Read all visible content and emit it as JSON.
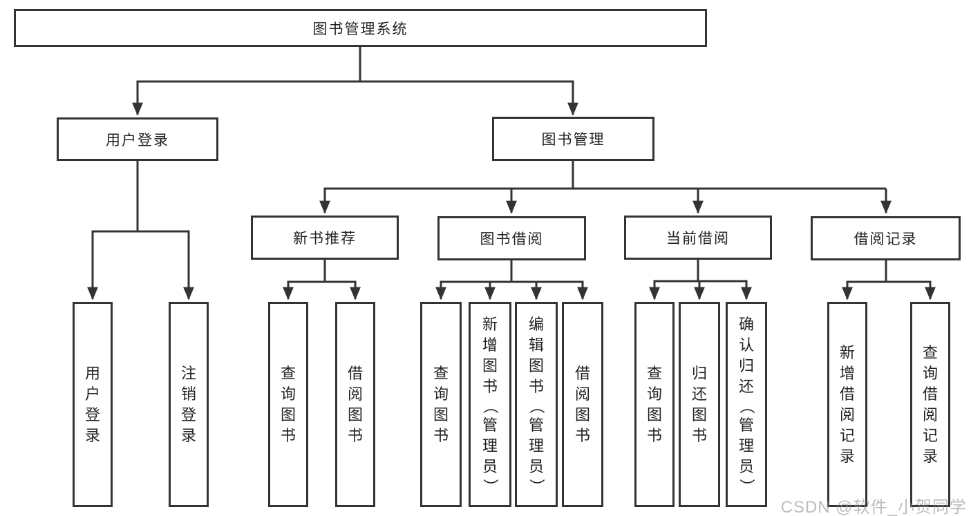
{
  "tree": {
    "label": "图书管理系统",
    "children": [
      {
        "label": "用户登录",
        "children": [
          {
            "label": "用户登录"
          },
          {
            "label": "注销登录"
          }
        ]
      },
      {
        "label": "图书管理",
        "children": [
          {
            "label": "新书推荐",
            "children": [
              {
                "label": "查询图书"
              },
              {
                "label": "借阅图书"
              }
            ]
          },
          {
            "label": "图书借阅",
            "children": [
              {
                "label": "查询图书"
              },
              {
                "label": "新增图书（管理员）"
              },
              {
                "label": "编辑图书（管理员）"
              },
              {
                "label": "借阅图书"
              }
            ]
          },
          {
            "label": "当前借阅",
            "children": [
              {
                "label": "查询图书"
              },
              {
                "label": "归还图书"
              },
              {
                "label": "确认归还（管理员）"
              }
            ]
          },
          {
            "label": "借阅记录",
            "children": [
              {
                "label": "新增借阅记录"
              },
              {
                "label": "查询借阅记录"
              }
            ]
          }
        ]
      }
    ]
  },
  "watermark": {
    "text": "CSDN @软件_小贺同学"
  },
  "colors": {
    "line": "#333333",
    "box_border": "#333333",
    "text": "#222222",
    "background": "#ffffff",
    "watermark": "#999999"
  }
}
